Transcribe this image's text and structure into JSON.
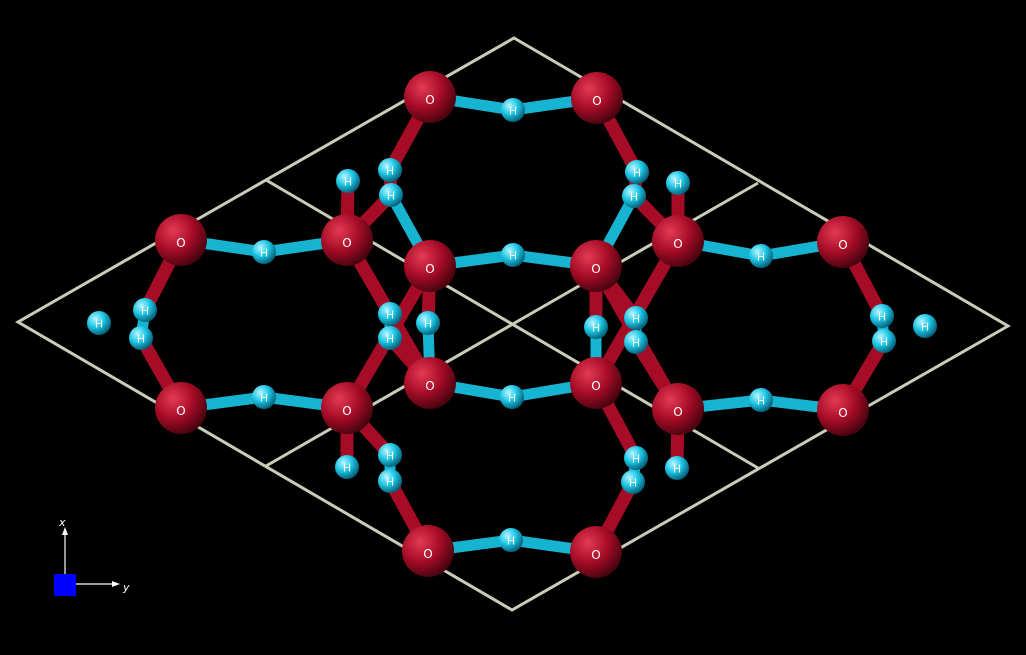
{
  "scene": {
    "background": "#000000",
    "cell_color": "#c8cdb8",
    "oxygen_color": "#b0102a",
    "hydrogen_color": "#1ec8e6",
    "atom_label_color": "#ffffff",
    "oxygen_label": "O",
    "hydrogen_label": "H"
  },
  "axes": {
    "x_label": "x",
    "y_label": "y",
    "origin_color": "#0000ff"
  }
}
